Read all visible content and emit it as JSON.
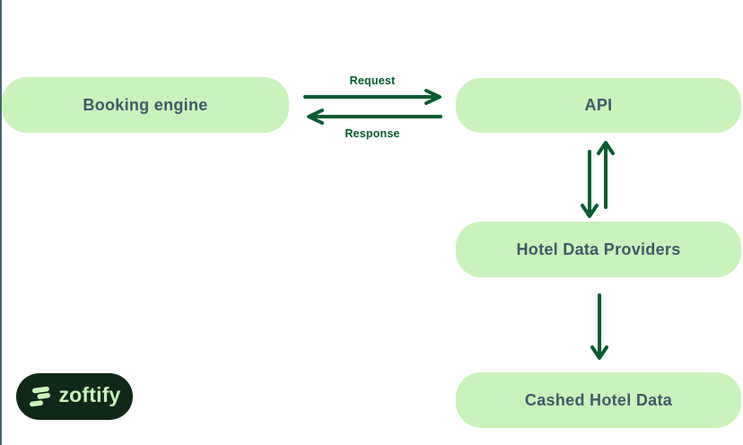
{
  "diagram": {
    "nodes": [
      {
        "id": "booking-engine",
        "label": "Booking engine"
      },
      {
        "id": "api",
        "label": "API"
      },
      {
        "id": "hotel-data-providers",
        "label": "Hotel Data Providers"
      },
      {
        "id": "cashed-hotel-data",
        "label": "Cashed Hotel Data"
      }
    ],
    "edges": [
      {
        "from": "booking-engine",
        "to": "api",
        "label": "Request",
        "direction": "right"
      },
      {
        "from": "api",
        "to": "booking-engine",
        "label": "Response",
        "direction": "left"
      },
      {
        "from": "api",
        "to": "hotel-data-providers",
        "label": "",
        "direction": "down"
      },
      {
        "from": "hotel-data-providers",
        "to": "api",
        "label": "",
        "direction": "up"
      },
      {
        "from": "hotel-data-providers",
        "to": "cashed-hotel-data",
        "label": "",
        "direction": "down"
      }
    ]
  },
  "branding": {
    "logo_text": "zoftify",
    "logo_icon": "zoftify-bars-icon"
  },
  "colors": {
    "node_fill": "#c9f3ba",
    "node_text": "#3d5a68",
    "arrow": "#045c30",
    "edge_label_text": "#045c30",
    "logo_background": "#0f2818",
    "logo_text": "#c9f3ba",
    "left_border_line": "#4a6570",
    "background": "#ffffff"
  }
}
